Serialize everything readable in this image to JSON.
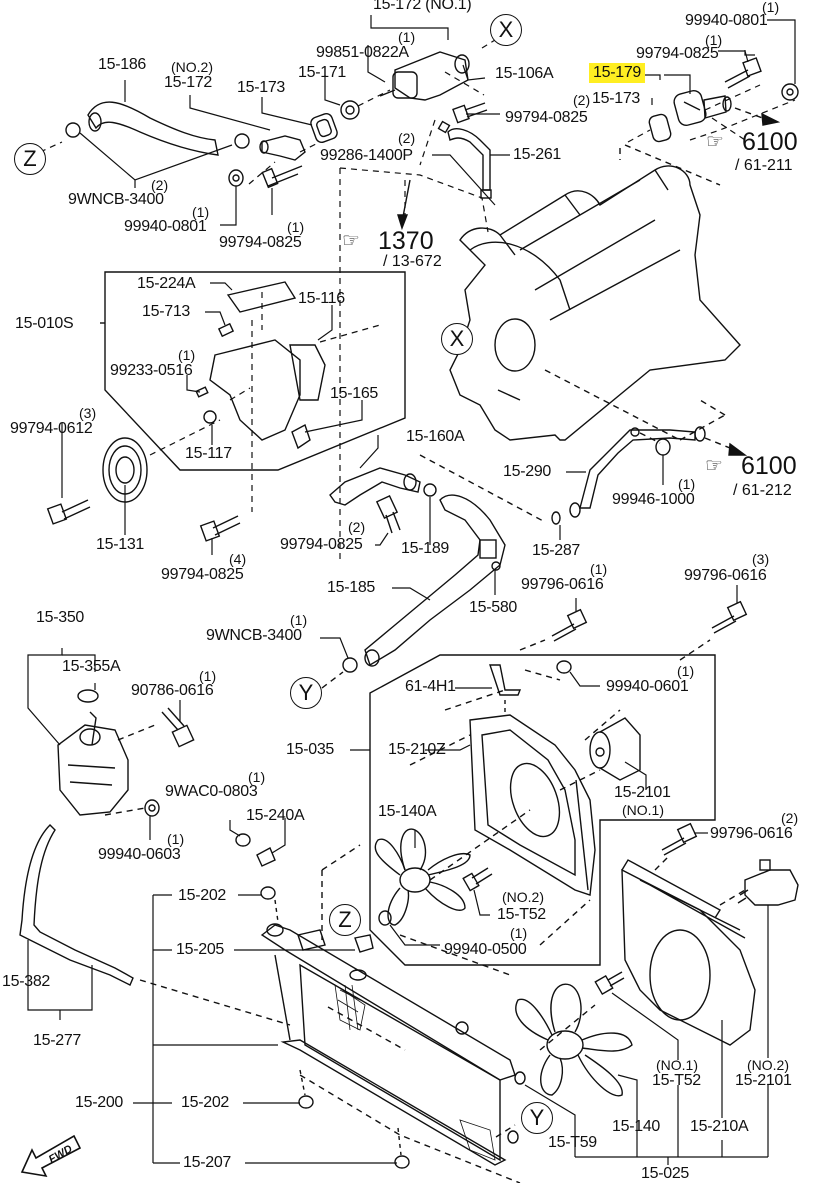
{
  "title": "Cooling System Parts Diagram",
  "highlight_color": "#ffee22",
  "callouts": {
    "x": "X",
    "y": "Y",
    "z": "Z"
  },
  "references": [
    {
      "id": "ref-1370",
      "main": "1370",
      "sub": "/ 13-672"
    },
    {
      "id": "ref-6100-211",
      "main": "6100",
      "sub": "/ 61-211"
    },
    {
      "id": "ref-6100-212",
      "main": "6100",
      "sub": "/ 61-212"
    }
  ],
  "fwd_label": "FWD",
  "labels": {
    "p15_172_no1": "15-172 (NO.1)",
    "q99851": "(1)",
    "p99851": "99851-0822A",
    "p15_106a": "15-106A",
    "p99794_0825_top": "99794-0825",
    "q99286": "(2)",
    "p99286": "99286-1400P",
    "p15_261": "15-261",
    "p15_171": "15-171",
    "p15_186": "15-186",
    "no2_172": "(NO.2)",
    "p15_172": "15-172",
    "p15_173_left": "15-173",
    "q9wncb_top": "(2)",
    "p9wncb_top": "9WNCB-3400",
    "q99940_0801_left": "(1)",
    "p99940_0801_left": "99940-0801",
    "q99794_0825_left": "(1)",
    "p99794_0825_left": "99794-0825",
    "q99940_0801_right": "(1)",
    "p99940_0801_right": "99940-0801",
    "q99794_0825_right": "(1)",
    "p99794_0825_right": "99794-0825",
    "p15_179": "15-179",
    "q15_173_right": "(2)",
    "p15_173_right": "15-173",
    "p15_224a": "15-224A",
    "p15_116": "15-116",
    "p15_010s": "15-010S",
    "p15_713": "15-713",
    "q99233": "(1)",
    "p99233": "99233-0516",
    "p15_165": "15-165",
    "p15_117": "15-117",
    "q99794_0612": "(3)",
    "p99794_0612": "99794-0612",
    "p15_131": "15-131",
    "q99794_0825_pump": "(4)",
    "p99794_0825_pump": "99794-0825",
    "p15_160a": "15-160A",
    "q99794_0825_mid": "(2)",
    "p99794_0825_mid": "99794-0825",
    "p15_189": "15-189",
    "p15_290": "15-290",
    "q99946": "(1)",
    "p99946": "99946-1000",
    "p15_287": "15-287",
    "p15_185": "15-185",
    "p15_580": "15-580",
    "q99796_0616_a": "(1)",
    "p99796_0616_a": "99796-0616",
    "q99796_0616_b": "(3)",
    "p99796_0616_b": "99796-0616",
    "q9wncb_mid": "(1)",
    "p9wncb_mid": "9WNCB-3400",
    "p15_350": "15-350",
    "p15_355a": "15-355A",
    "q90786": "(1)",
    "p90786": "90786-0616",
    "p61_4h1": "61-4H1",
    "q99940_0601": "(1)",
    "p99940_0601": "99940-0601",
    "p15_035": "15-035",
    "p15_210z": "15-210Z",
    "p15_2101_no1": "15-2101",
    "no1_2101": "(NO.1)",
    "q9wac0": "(1)",
    "p9wac0": "9WAC0-0803",
    "p15_240a": "15-240A",
    "q99940_0603": "(1)",
    "p99940_0603": "99940-0603",
    "p15_140a": "15-140A",
    "no2_t52": "(NO.2)",
    "p15_t52_no2": "15-T52",
    "q99940_0500": "(1)",
    "p99940_0500": "99940-0500",
    "q99796_0616_c": "(2)",
    "p99796_0616_c": "99796-0616",
    "p15_202_top": "15-202",
    "p15_205": "15-205",
    "p15_382": "15-382",
    "p15_277": "15-277",
    "p15_200": "15-200",
    "p15_202_bot": "15-202",
    "p15_207": "15-207",
    "no1_t52": "(NO.1)",
    "p15_t52_no1": "15-T52",
    "no2_2101": "(NO.2)",
    "p15_2101_no2": "15-2101",
    "p15_t59": "15-T59",
    "p15_140": "15-140",
    "p15_210a": "15-210A",
    "p15_025": "15-025"
  }
}
